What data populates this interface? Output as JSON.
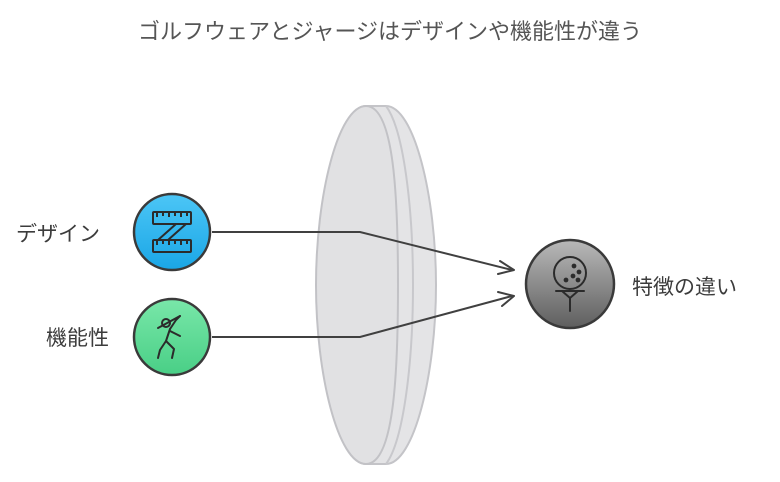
{
  "title": "ゴルフウェアとジャージはデザインや機能性が違う",
  "inputs": [
    {
      "label": "デザイン",
      "icon": "ruler-icon",
      "color": "#33b8f0"
    },
    {
      "label": "機能性",
      "icon": "golfer-icon",
      "color": "#5fdc96"
    }
  ],
  "output": {
    "label": "特徴の違い",
    "icon": "golf-ball-on-tee-icon",
    "color": "#8a8a8a"
  },
  "lens_color": "#e4e4e6"
}
